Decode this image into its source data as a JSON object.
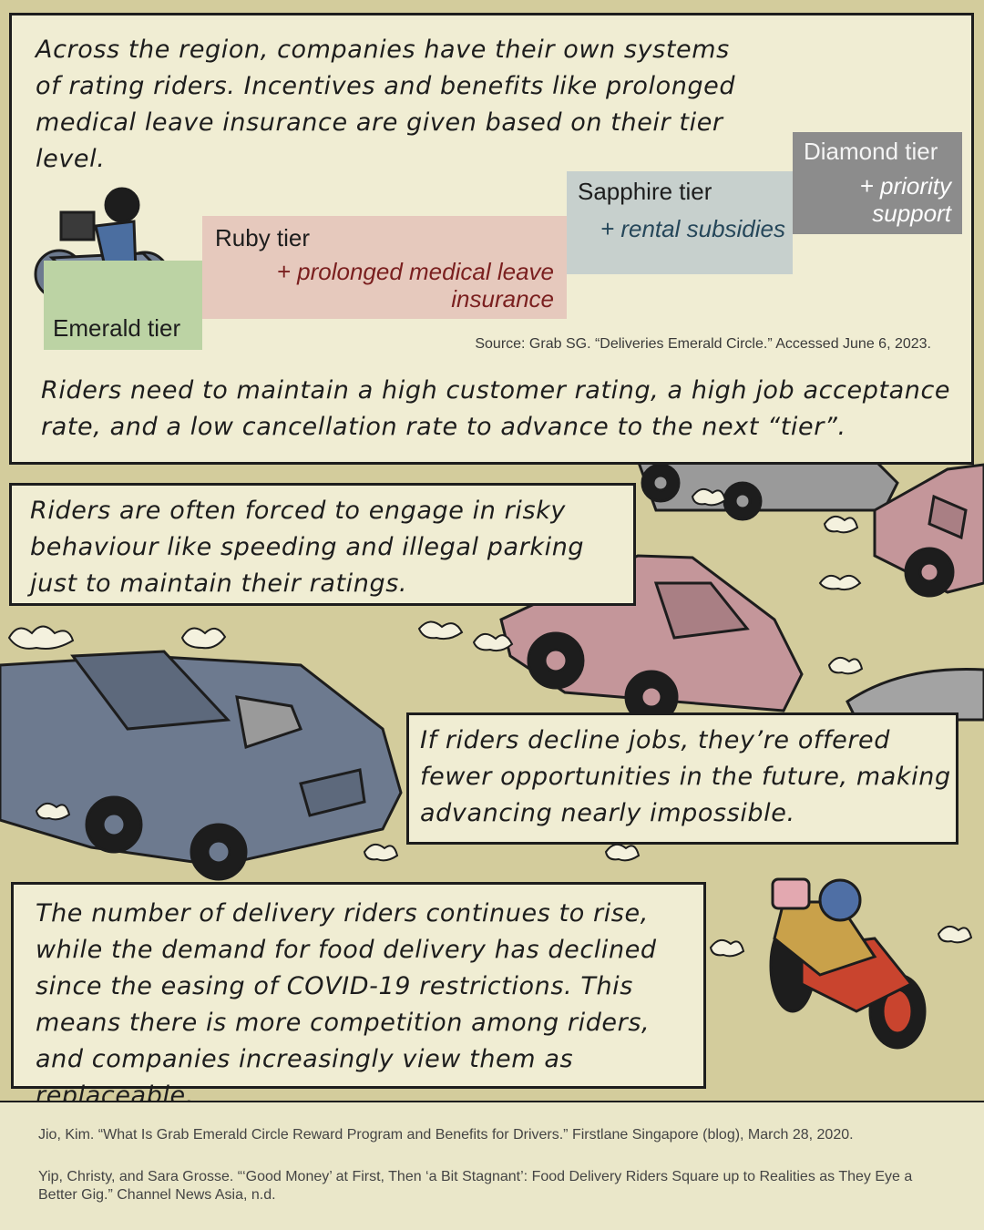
{
  "intro": "Across the region, companies have their own systems of rating riders. Incentives and benefits like prolonged medical leave insurance are given based on their tier level.",
  "tiers": [
    {
      "name": "Emerald tier",
      "perk": "",
      "color": "#bcd3a4"
    },
    {
      "name": "Ruby tier",
      "perk": "+ prolonged medical leave insurance",
      "color": "#e6c9bd"
    },
    {
      "name": "Sapphire tier",
      "perk": "+ rental subsidies",
      "color": "#c7d0cd"
    },
    {
      "name": "Diamond tier",
      "perk": "+ priority support",
      "color": "#8c8c8c"
    }
  ],
  "source": "Source: Grab SG. “Deliveries Emerald Circle.” Accessed June 6, 2023.",
  "advance": "Riders need to maintain a high customer rating, a high job acceptance rate, and a low cancellation rate to advance to the next “tier”.",
  "captions": {
    "risky": "Riders are often forced to engage in risky behaviour like speeding and illegal parking just to maintain their ratings.",
    "decline": "If riders decline jobs, they’re offered fewer opportunities in the future, making advancing nearly impossible.",
    "number": "The number of delivery riders continues to rise, while the demand for food delivery has declined since the easing of COVID-19 restrictions. This means there is more competition among riders, and companies increasingly view them as replaceable."
  },
  "references": [
    "Jio, Kim. “What Is Grab Emerald Circle Reward Program and Benefits for Drivers.” Firstlane Singapore (blog), March 28, 2020.",
    "Yip, Christy, and Sara Grosse. “‘Good Money’ at First, Then ‘a Bit Stagnant’: Food Delivery Riders Square up to Realities as They Eye a Better Gig.” Channel News Asia, n.d."
  ]
}
